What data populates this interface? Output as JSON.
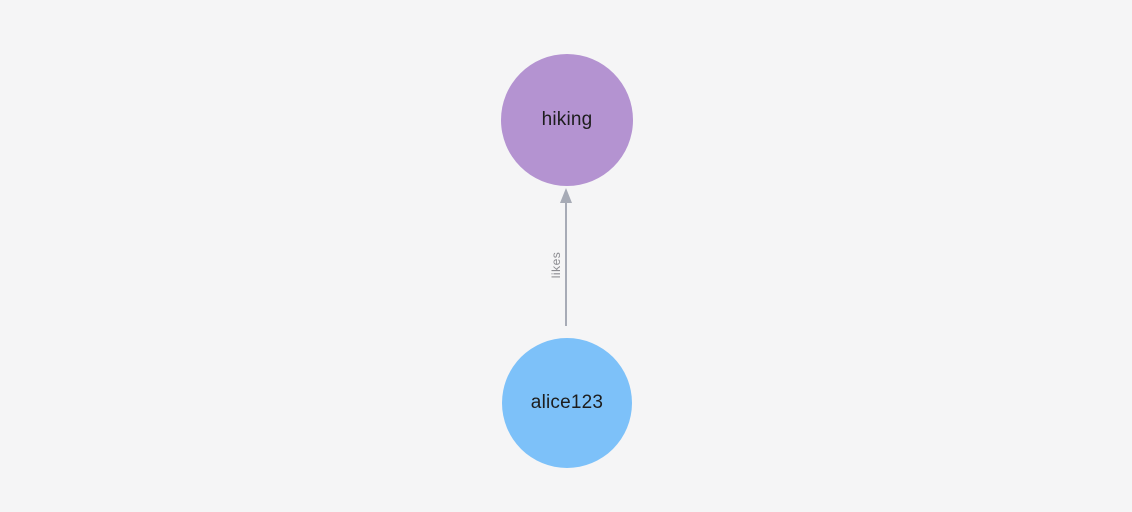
{
  "canvas": {
    "background": "#f5f5f6"
  },
  "graph": {
    "nodes": [
      {
        "label": "hiking",
        "fill": "#b493d1",
        "text_color": "#1d1d1d"
      },
      {
        "label": "alice123",
        "fill": "#7dc1f9",
        "text_color": "#1d1d1d"
      }
    ],
    "edges": [
      {
        "label": "likes",
        "from": "alice123",
        "to": "hiking",
        "direction": "up",
        "color": "#a7abb6",
        "label_color": "#8c8c91"
      }
    ]
  }
}
